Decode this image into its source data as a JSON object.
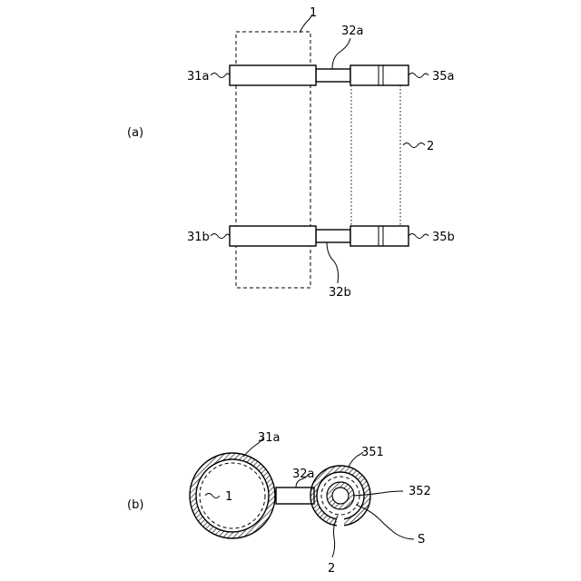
{
  "figure_a": {
    "caption": "(a)",
    "labels": {
      "block1": "1",
      "tube_top": "32a",
      "tube_bottom": "32b",
      "left_top": "31a",
      "left_bottom": "31b",
      "right_top": "35a",
      "right_bottom": "35b",
      "region2": "2"
    }
  },
  "figure_b": {
    "caption": "(b)",
    "labels": {
      "outer_left": "31a",
      "tube": "32a",
      "inner_region": "1",
      "ring_outer": "351",
      "ring_inner": "352",
      "gap": "S",
      "ring_two": "2"
    }
  }
}
